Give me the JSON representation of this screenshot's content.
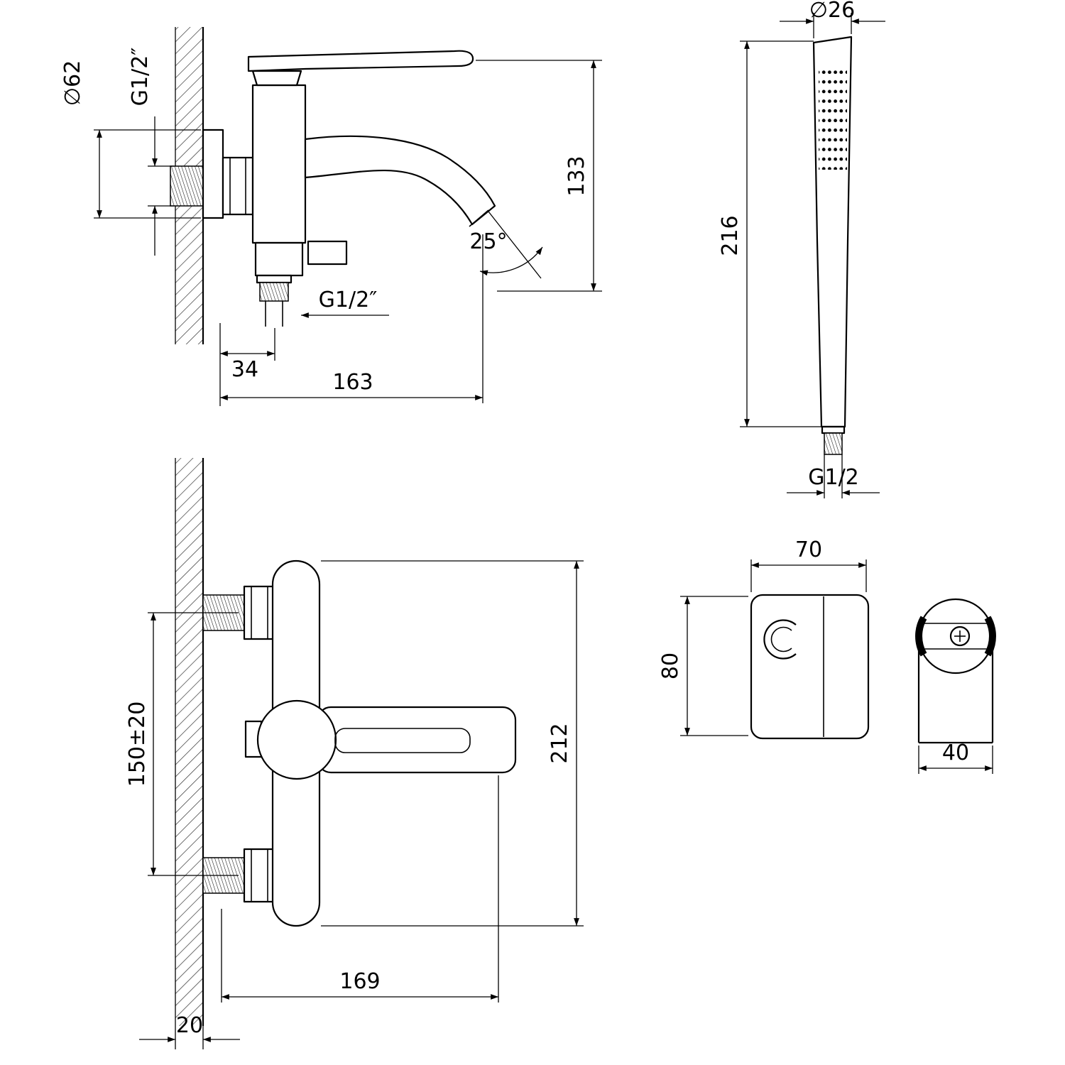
{
  "page": {
    "background_color": "#ffffff",
    "line_color": "#000000"
  },
  "views": {
    "mixer_side": {
      "flange_diameter": "∅62",
      "inlet_thread": "G1/2″",
      "spout_height": "133",
      "spout_angle": "25°",
      "outlet_thread": "G1/2″",
      "outlet_offset": "34",
      "spout_reach": "163"
    },
    "hand_shower": {
      "head_diameter": "∅26",
      "length": "216",
      "thread": "G1/2"
    },
    "mixer_front": {
      "inlet_spacing": "150±20",
      "body_height": "212",
      "body_width": "169",
      "wall_thickness": "20"
    },
    "holder": {
      "width": "70",
      "height": "80",
      "depth": "40"
    }
  }
}
